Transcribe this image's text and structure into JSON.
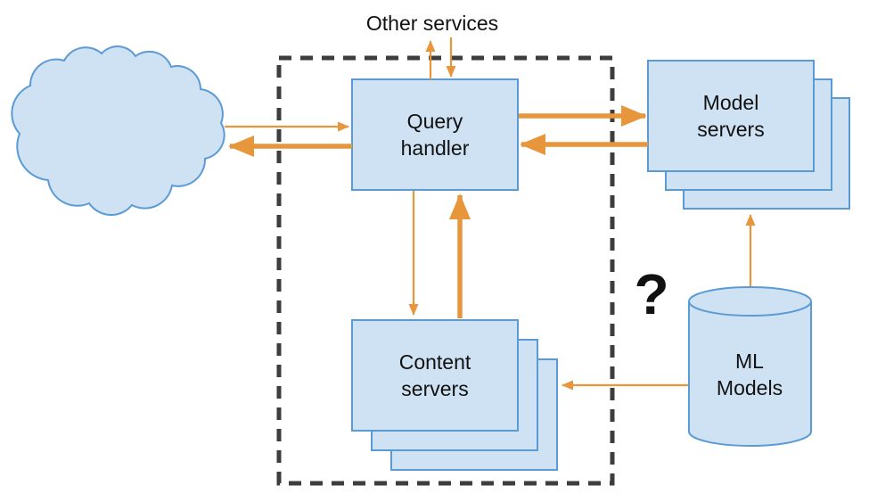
{
  "diagram": {
    "colors": {
      "bg": "#ffffff",
      "shape_fill": "#cfe2f3",
      "shape_stroke": "#5b9bd5",
      "arrow": "#e8963c",
      "boundary": "#3d3d3d",
      "text_color": "#111111"
    },
    "nodes": {
      "internet_cloud": {
        "type": "cloud",
        "label": ""
      },
      "other_services": {
        "type": "external-text",
        "label": "Other services"
      },
      "query_handler": {
        "type": "box",
        "label": "Query\nhandler"
      },
      "model_servers": {
        "type": "stacked-box",
        "label": "Model\nservers"
      },
      "content_servers": {
        "type": "stacked-box",
        "label": "Content\nservers"
      },
      "ml_models": {
        "type": "cylinder",
        "label": "ML\nModels"
      },
      "question_mark": {
        "type": "annotation",
        "label": "?"
      },
      "system_boundary": {
        "type": "dashed-rect",
        "label": ""
      }
    },
    "edges": [
      {
        "from": "internet_cloud",
        "to": "query_handler",
        "weight": "thin"
      },
      {
        "from": "query_handler",
        "to": "internet_cloud",
        "weight": "thick"
      },
      {
        "from": "query_handler",
        "to": "other_services",
        "weight": "thin"
      },
      {
        "from": "other_services",
        "to": "query_handler",
        "weight": "thin"
      },
      {
        "from": "query_handler",
        "to": "model_servers",
        "weight": "thick"
      },
      {
        "from": "model_servers",
        "to": "query_handler",
        "weight": "thick"
      },
      {
        "from": "query_handler",
        "to": "content_servers",
        "weight": "thin"
      },
      {
        "from": "content_servers",
        "to": "query_handler",
        "weight": "thick"
      },
      {
        "from": "ml_models",
        "to": "model_servers",
        "weight": "thin"
      },
      {
        "from": "ml_models",
        "to": "content_servers",
        "weight": "thin"
      }
    ]
  }
}
